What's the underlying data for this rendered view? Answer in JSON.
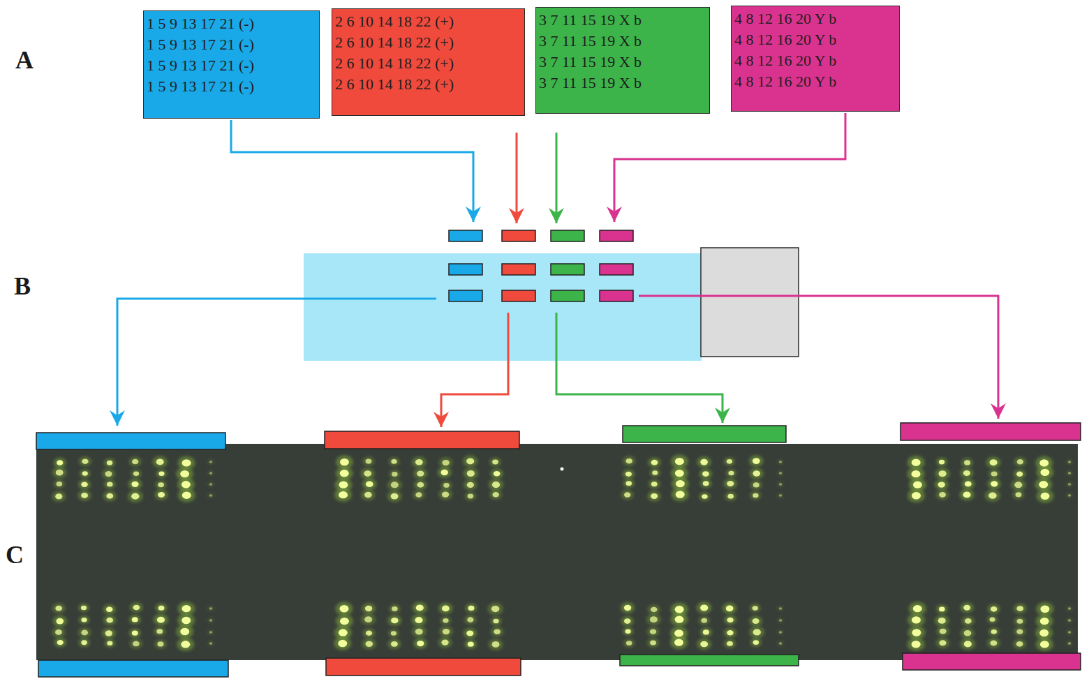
{
  "diagram": {
    "nodes": [
      {
        "text": [
          "1 5 9 13 17 21 (-)",
          "1 5 9 13 17 21 (-)",
          "1 5 9 13 17 21 (-)",
          "1 5 9 13 17 21 (-)"
        ]
      },
      {
        "text": [
          "2 6 10 14 18 22 (+)",
          "2 6 10 14 18 22 (+)",
          "2 6 10 14 18 22 (+)",
          "2 6 10 14 18 22 (+)"
        ]
      },
      {
        "text": [
          "3 7 11 15 19 X b",
          "3 7 11 15 19 X b",
          "3 7 11 15 19 X b",
          "3 7 11 15 19 X b"
        ]
      },
      {
        "text": [
          "4 8 12 16 20 Y b",
          "4 8 12 16 20 Y b",
          "4 8 12 16 20 Y b",
          "4 8 12 16 20 Y b"
        ]
      }
    ],
    "labels": [
      "A",
      "B",
      "C"
    ]
  }
}
